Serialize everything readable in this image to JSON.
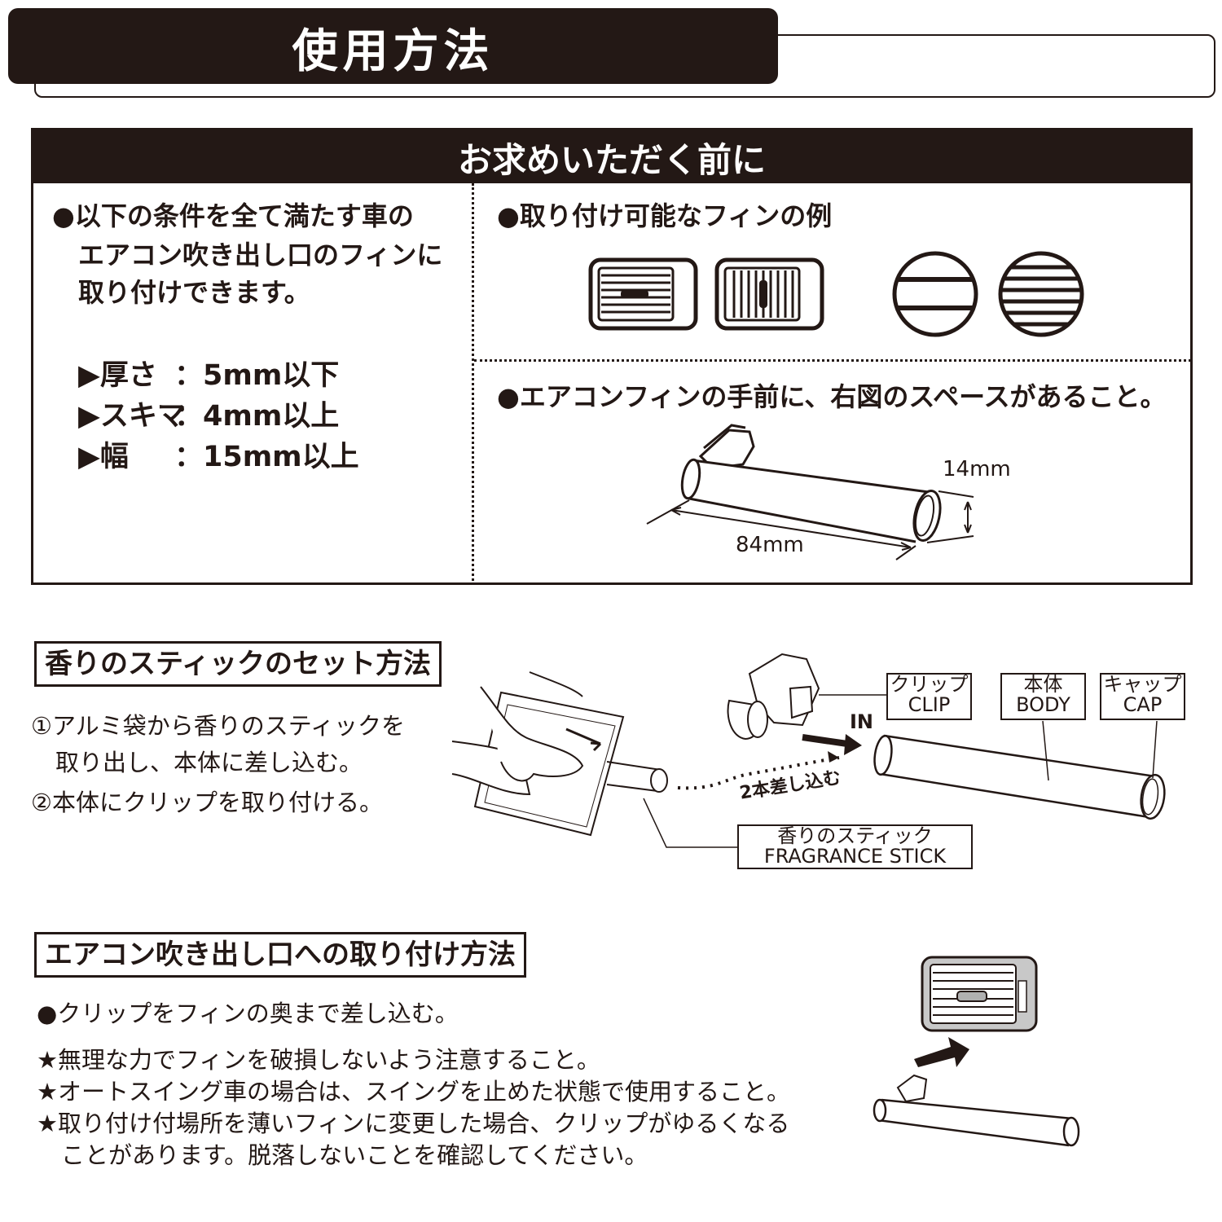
{
  "header": {
    "title": "使用方法"
  },
  "before": {
    "heading": "お求めいただく前に",
    "conditions": [
      "●以下の条件を全て満たす車の",
      "エアコン吹き出し口のフィンに",
      "取り付けできます。"
    ],
    "specs": [
      {
        "label": "▶厚さ",
        "value": "：5mm以下"
      },
      {
        "label": "▶スキマ",
        "value": "：4mm以上"
      },
      {
        "label": "▶幅",
        "value": "：15mm以上"
      }
    ],
    "fin_examples": "●取り付け可能なフィンの例",
    "space_note": "●エアコンフィンの手前に、右図のスペースがあること。",
    "dim_height": "14mm",
    "dim_length": "84mm"
  },
  "stick_set": {
    "heading": "香りのスティックのセット方法",
    "steps": [
      "①アルミ袋から香りのスティックを",
      "取り出し、本体に差し込む。",
      "②本体にクリップを取り付ける。"
    ],
    "labels": {
      "clip_jp": "クリップ",
      "clip_en": "CLIP",
      "body_jp": "本体",
      "body_en": "BODY",
      "cap_jp": "キャップ",
      "cap_en": "CAP",
      "stick_jp": "香りのスティック",
      "stick_en": "FRAGRANCE STICK",
      "in": "IN",
      "insert_two": "2本差し込む"
    }
  },
  "mount": {
    "heading": "エアコン吹き出し口への取り付け方法",
    "instruction": "●クリップをフィンの奥まで差し込む。",
    "notes": [
      "★無理な力でフィンを破損しないよう注意すること。",
      "★オートスイング車の場合は、スイングを止めた状態で使用すること。",
      "★取り付け付場所を薄いフィンに変更した場合、クリップがゆるくなる",
      "ことがあります。脱落しないことを確認してください。"
    ]
  }
}
